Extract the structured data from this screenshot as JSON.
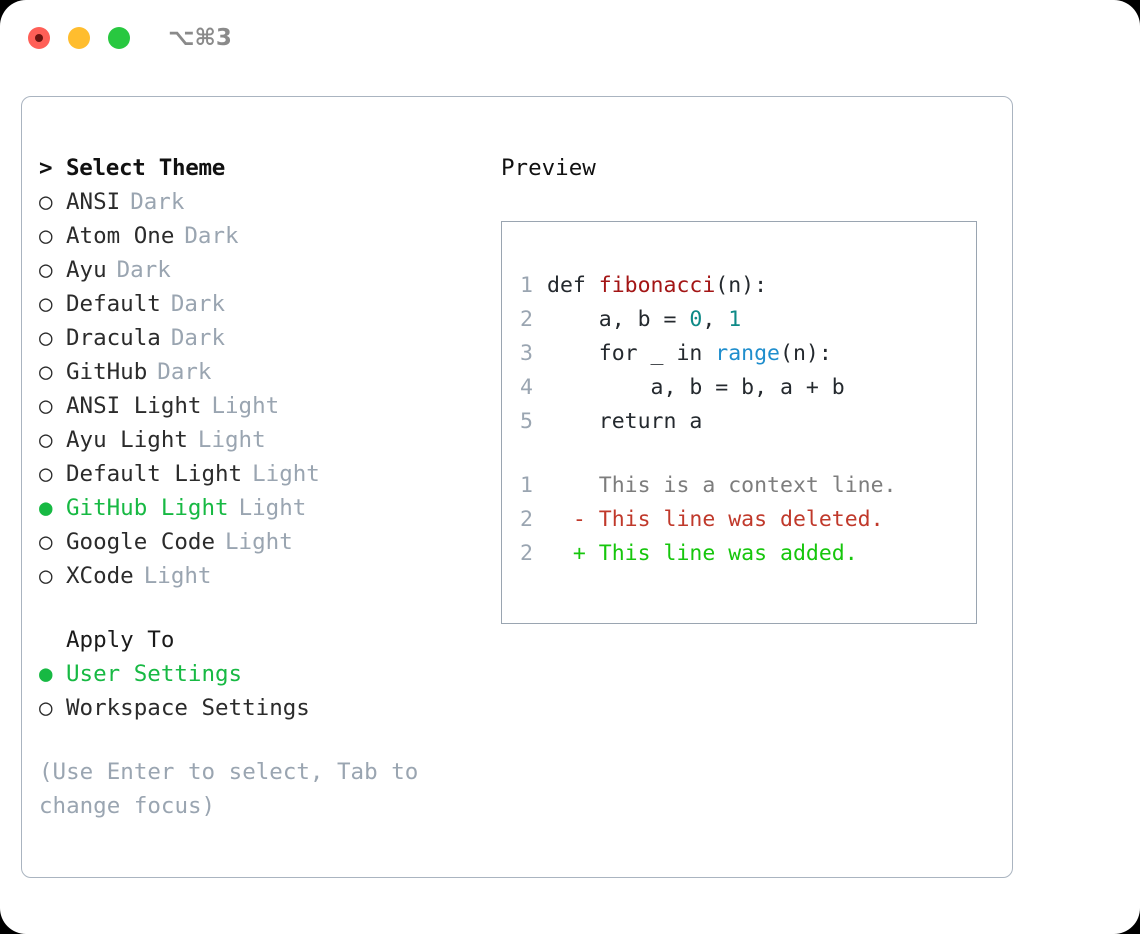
{
  "titlebar": {
    "shortcut": "⌥⌘3",
    "buttons": {
      "close": "close-button",
      "minimize": "minimize-button",
      "maximize": "maximize-button"
    }
  },
  "theme_selector": {
    "header_marker": ">",
    "header": "Select Theme",
    "selected_marker": "●",
    "unselected_marker": "○",
    "items": [
      {
        "name": "ANSI",
        "kind": "Dark",
        "selected": false
      },
      {
        "name": "Atom One",
        "kind": "Dark",
        "selected": false
      },
      {
        "name": "Ayu",
        "kind": "Dark",
        "selected": false
      },
      {
        "name": "Default",
        "kind": "Dark",
        "selected": false
      },
      {
        "name": "Dracula",
        "kind": "Dark",
        "selected": false
      },
      {
        "name": "GitHub",
        "kind": "Dark",
        "selected": false
      },
      {
        "name": "ANSI Light",
        "kind": "Light",
        "selected": false
      },
      {
        "name": "Ayu Light",
        "kind": "Light",
        "selected": false
      },
      {
        "name": "Default Light",
        "kind": "Light",
        "selected": false
      },
      {
        "name": "GitHub Light",
        "kind": "Light",
        "selected": true
      },
      {
        "name": "Google Code",
        "kind": "Light",
        "selected": false
      },
      {
        "name": "XCode",
        "kind": "Light",
        "selected": false
      }
    ]
  },
  "apply_to": {
    "header": "Apply To",
    "options": [
      {
        "name": "User Settings",
        "selected": true
      },
      {
        "name": "Workspace Settings",
        "selected": false
      }
    ]
  },
  "hint": "(Use Enter to select, Tab to change focus)",
  "preview": {
    "label": "Preview",
    "code_lines": [
      {
        "number": "1",
        "tokens": [
          {
            "text": "def ",
            "type": "plain"
          },
          {
            "text": "fibonacci",
            "type": "fn"
          },
          {
            "text": "(n):",
            "type": "plain"
          }
        ]
      },
      {
        "number": "2",
        "tokens": [
          {
            "text": "    a, b = ",
            "type": "plain"
          },
          {
            "text": "0",
            "type": "num"
          },
          {
            "text": ", ",
            "type": "plain"
          },
          {
            "text": "1",
            "type": "num"
          }
        ]
      },
      {
        "number": "3",
        "tokens": [
          {
            "text": "    for _ in ",
            "type": "plain"
          },
          {
            "text": "range",
            "type": "builtin"
          },
          {
            "text": "(n):",
            "type": "plain"
          }
        ]
      },
      {
        "number": "4",
        "tokens": [
          {
            "text": "        a, b = b, a + b",
            "type": "plain"
          }
        ]
      },
      {
        "number": "5",
        "tokens": [
          {
            "text": "    return a",
            "type": "plain"
          }
        ]
      }
    ],
    "diff_lines": [
      {
        "number": "1",
        "marker": " ",
        "text": "This is a context line.",
        "type": "context"
      },
      {
        "number": "2",
        "marker": "-",
        "text": "This line was deleted.",
        "type": "deleted"
      },
      {
        "number": "2",
        "marker": "+",
        "text": "This line was added.",
        "type": "added"
      }
    ]
  },
  "colors": {
    "selected_green": "#17b943",
    "muted_gray": "#9aa5b1",
    "border": "#aab4c0",
    "preview_border": "#9aa5b1",
    "fn_red": "#a31515",
    "num_teal": "#0f8a87",
    "builtin_blue": "#1f8ecd",
    "diff_added": "#16c60c",
    "diff_deleted": "#c0392b",
    "diff_context": "#7d7d7d",
    "traffic_red": "#ff5f57",
    "traffic_yellow": "#ffbd2e",
    "traffic_green": "#28c840"
  }
}
